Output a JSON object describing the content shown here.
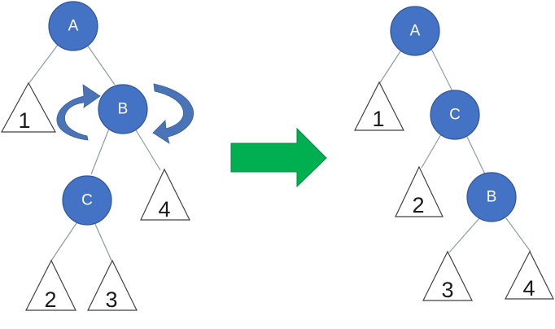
{
  "before": {
    "nodes": {
      "a": "A",
      "b": "B",
      "c": "C"
    },
    "subtrees": {
      "t1": "1",
      "t2": "2",
      "t3": "3",
      "t4": "4"
    }
  },
  "after": {
    "nodes": {
      "a": "A",
      "c": "C",
      "b": "B"
    },
    "subtrees": {
      "t1": "1",
      "t2": "2",
      "t3": "3",
      "t4": "4"
    }
  },
  "colors": {
    "node_fill": "#4472c4",
    "rotation_arrow": "#4a74b8",
    "transition_arrow": "#00b050"
  },
  "icons": {
    "rotation": "curved-rotation-arrows-icon",
    "transition": "right-arrow-icon"
  }
}
